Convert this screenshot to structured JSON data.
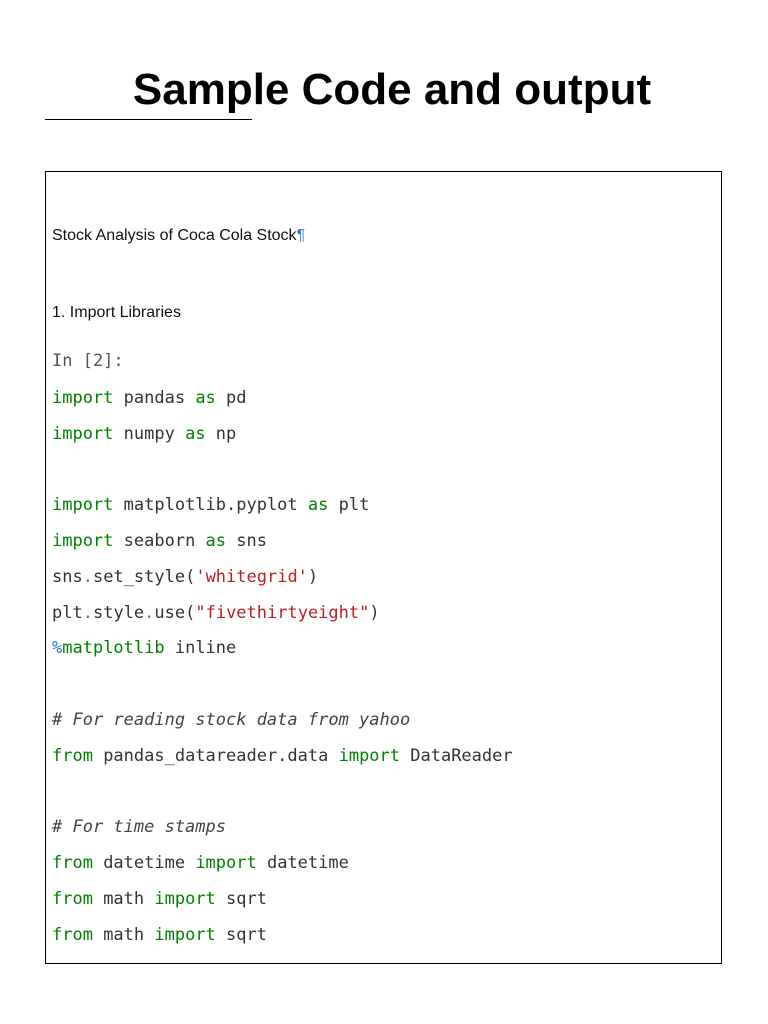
{
  "title": "Sample Code and output",
  "notebook": {
    "heading": "Stock Analysis of Coca Cola Stock",
    "pilcrow": "¶",
    "section": "1. Import Libraries",
    "prompt": "In [2]:",
    "code": {
      "l1": {
        "kw1": "import",
        "t1": " pandas ",
        "kw2": "as",
        "t2": " pd"
      },
      "l2": {
        "kw1": "import",
        "t1": " numpy ",
        "kw2": "as",
        "t2": " np"
      },
      "l3": {
        "kw1": "import",
        "t1": " matplotlib.pyplot ",
        "kw2": "as",
        "t2": " plt"
      },
      "l4": {
        "kw1": "import",
        "t1": " seaborn ",
        "kw2": "as",
        "t2": " sns"
      },
      "l5": {
        "t1": "sns",
        "op": ".",
        "t2": "set_style(",
        "str": "'whitegrid'",
        "t3": ")"
      },
      "l6": {
        "t1": "plt",
        "op": ".",
        "t2": "style",
        "op2": ".",
        "t3": "use(",
        "str": "\"fivethirtyeight\"",
        "t4": ")"
      },
      "l7": {
        "op": "%",
        "kw": "matplotlib",
        "t1": " inline"
      },
      "l8": {
        "cm": "# For reading stock data from yahoo"
      },
      "l9": {
        "kw1": "from",
        "t1": " pandas_datareader.data ",
        "kw2": "import",
        "t2": " DataReader"
      },
      "l10": {
        "cm": "# For time stamps"
      },
      "l11": {
        "kw1": "from",
        "t1": " datetime ",
        "kw2": "import",
        "t2": " datetime"
      },
      "l12": {
        "kw1": "from",
        "t1": " math ",
        "kw2": "import",
        "t2": " sqrt"
      },
      "l13": {
        "kw1": "from",
        "t1": " math ",
        "kw2": "import",
        "t2": " sqrt"
      }
    }
  },
  "colors": {
    "keyword": "#008000",
    "string": "#ba2121",
    "operator": "#2a7fd4",
    "comment": "#444444",
    "text": "#333333"
  }
}
